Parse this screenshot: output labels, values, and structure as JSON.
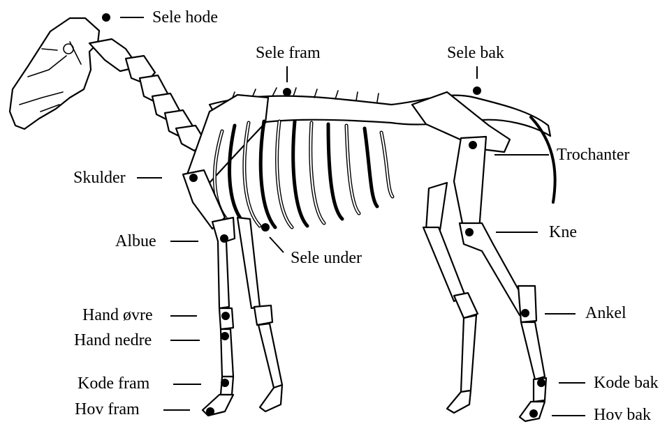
{
  "labels": {
    "sele_hode": "Sele hode",
    "sele_fram": "Sele fram",
    "sele_bak": "Sele bak",
    "trochanter": "Trochanter",
    "skulder": "Skulder",
    "kne": "Kne",
    "albue": "Albue",
    "sele_under": "Sele under",
    "hand_ovre": "Hand øvre",
    "ankel": "Ankel",
    "hand_nedre": "Hand nedre",
    "kode_fram": "Kode fram",
    "kode_bak": "Kode bak",
    "hov_fram": "Hov fram",
    "hov_bak": "Hov bak"
  },
  "colors": {
    "ink": "#000000",
    "background": "#ffffff"
  }
}
